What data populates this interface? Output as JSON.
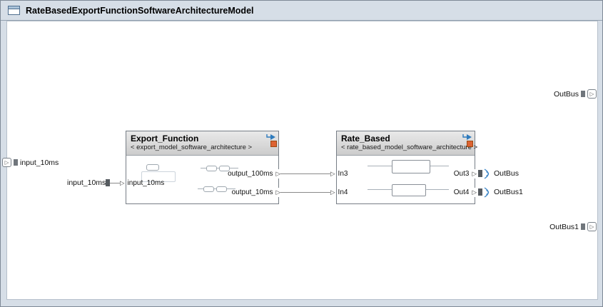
{
  "window": {
    "title": "RateBasedExportFunctionSoftwareArchitectureModel"
  },
  "icons": {
    "port_arrow": "▷"
  },
  "boundary_ports": {
    "input": {
      "label": "input_10ms"
    },
    "outbus": {
      "label": "OutBus"
    },
    "outbus1": {
      "label": "OutBus1"
    }
  },
  "signals": {
    "input": {
      "label": "input_10ms"
    },
    "outbus": {
      "label": "OutBus"
    },
    "outbus1": {
      "label": "OutBus1"
    }
  },
  "blocks": [
    {
      "name": "Export_Function",
      "subtitle": "< export_model_software_architecture >",
      "inputs": [
        "input_10ms"
      ],
      "outputs": [
        "output_100ms",
        "output_10ms"
      ]
    },
    {
      "name": "Rate_Based",
      "subtitle": "< rate_based_model_software_architecture >",
      "inputs": [
        "In3",
        "In4"
      ],
      "outputs": [
        "Out3",
        "Out4"
      ]
    }
  ],
  "colors": {
    "frame": "#d6dee7",
    "canvas": "#ffffff",
    "wire": "#8a8a8a",
    "accent_blue": "#2e7bbd",
    "badge_orange": "#dd6333"
  }
}
